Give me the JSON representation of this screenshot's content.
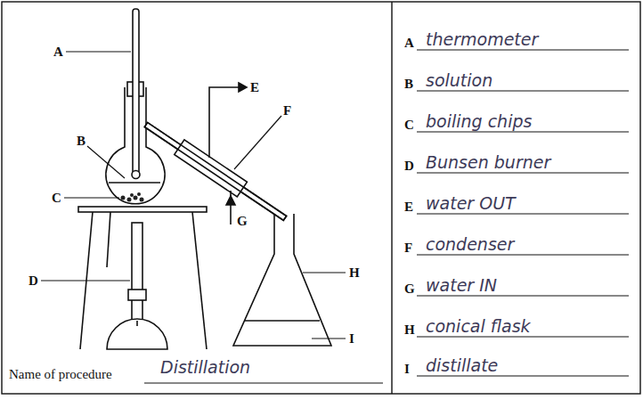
{
  "diagram": {
    "labels": [
      "A",
      "B",
      "C",
      "D",
      "E",
      "F",
      "G",
      "H",
      "I",
      "A",
      "thermometer",
      "B",
      "solution",
      "C",
      "boiling chips",
      "D",
      "Bunsen burner",
      "E",
      "water OUT",
      "F",
      "condenser",
      "G",
      "water IN",
      "H",
      "conical flask",
      "I",
      "distillate",
      "Name of procedure",
      "Distillation"
    ]
  }
}
